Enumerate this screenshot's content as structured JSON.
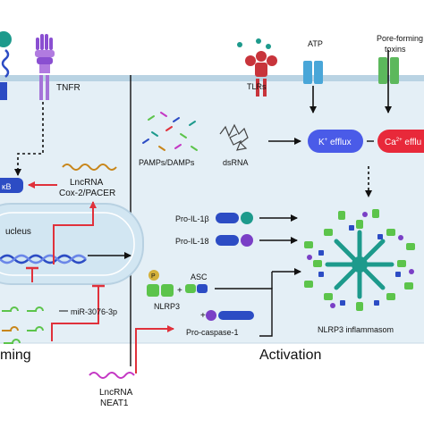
{
  "receptors": {
    "tnfr": "TNFR",
    "tlrs": "TLRs",
    "atp": "ATP",
    "pore_forming_line1": "Pore-forming",
    "pore_forming_line2": "toxins"
  },
  "stimuli": {
    "pamps": "PAMPs/DAMPs",
    "dsrna": "dsRNA"
  },
  "efflux": {
    "k_label": "K",
    "k_sup": "+",
    "k_tail": " efflux",
    "ca_label": "Ca",
    "ca_sup": "2+",
    "ca_tail": " efflu"
  },
  "priming": {
    "nfkb": "κB",
    "lncrna_cox_line1": "LncRNA",
    "lncrna_cox_line2": "Cox-2/PACER",
    "nucleus": "ucleus",
    "mir": "miR-3076-3p",
    "lncrna_neat_line1": "LncRNA",
    "lncrna_neat_line2": "NEAT1",
    "section_label": "ming"
  },
  "activation": {
    "pro_il1b": "Pro-IL-1β",
    "pro_il18": "Pro-IL-18",
    "p_badge": "P",
    "plus": "+",
    "asc": "ASC",
    "nlrp3": "NLRP3",
    "pro_caspase": "Pro-caspase-1",
    "inflammasome": "NLRP3 inflammasom",
    "section_label": "Activation"
  },
  "colors": {
    "cell_fill": "#e4eff6",
    "membrane": "#b9d3e3",
    "efflux_k": "#4a5be8",
    "efflux_ca": "#e8293a",
    "arrow_red": "#e0313b",
    "tlr": "#c8343b",
    "channel": "#49a6d8",
    "teal": "#1d9a8c",
    "purple": "#7a3fc6",
    "green": "#5cc44b",
    "blue_dark": "#2c4cc4"
  }
}
